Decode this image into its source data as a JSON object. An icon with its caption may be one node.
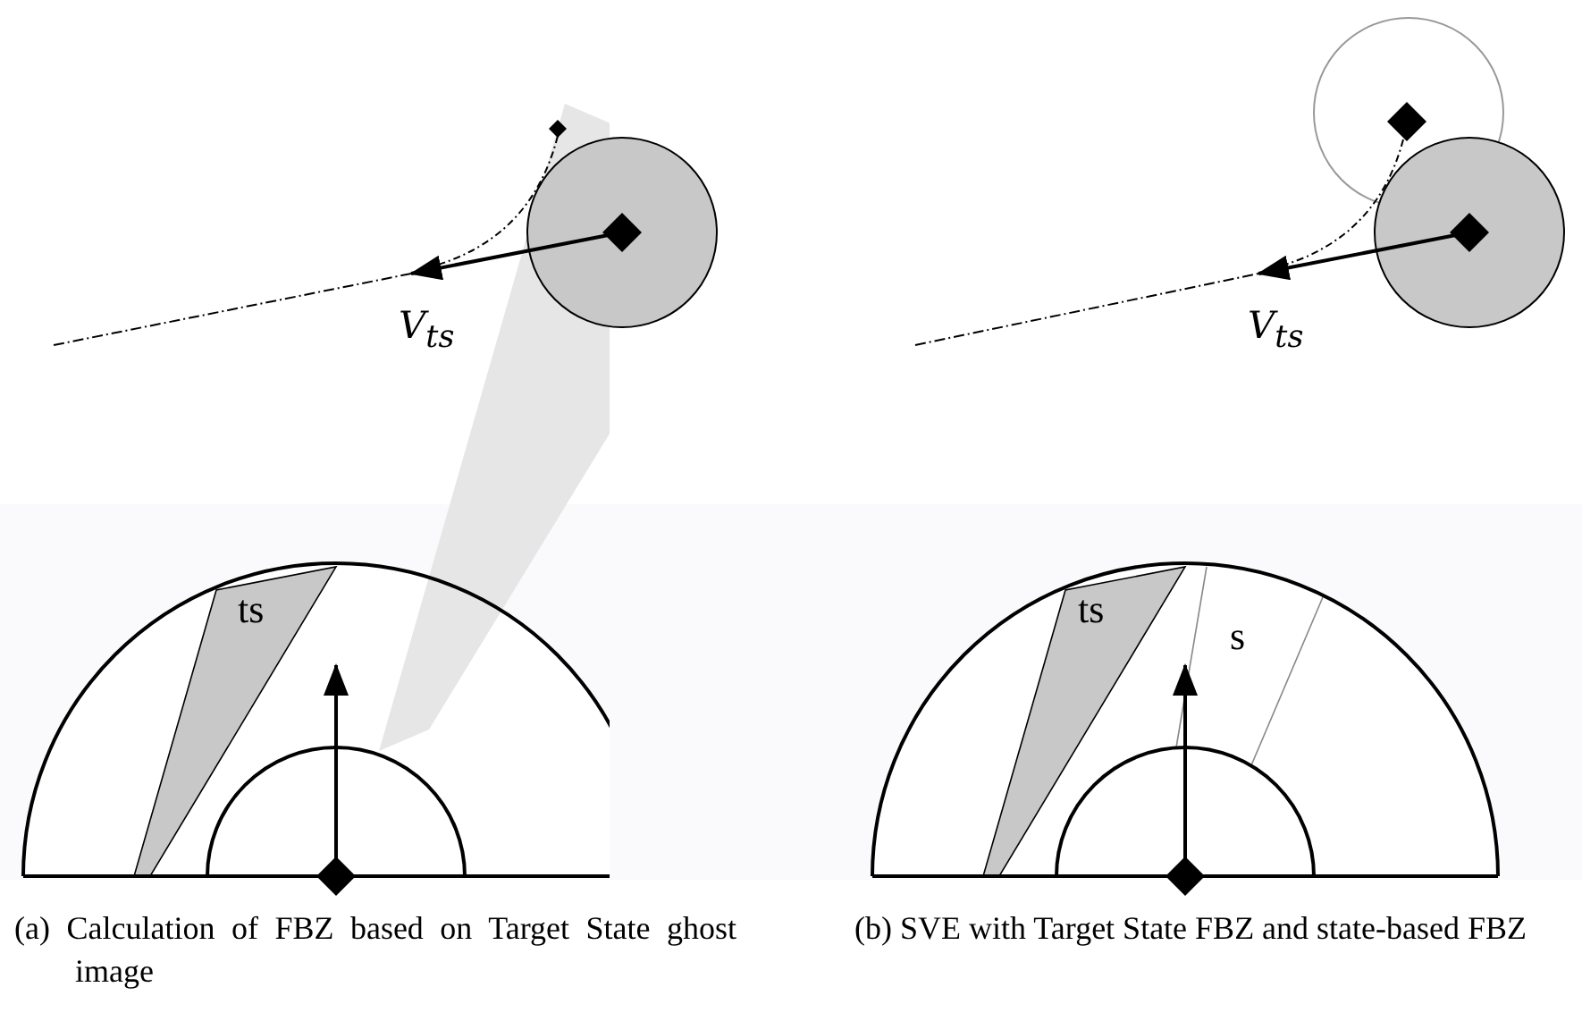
{
  "diagram": {
    "labels": [
      "V$_{ts}$",
      "V$_{ts}$",
      "ts",
      "ts",
      "s",
      "(a) Calculation of FBZ based on Target State ghost image",
      "(b) SVE with Target State FBZ and state-based FBZ"
    ]
  }
}
